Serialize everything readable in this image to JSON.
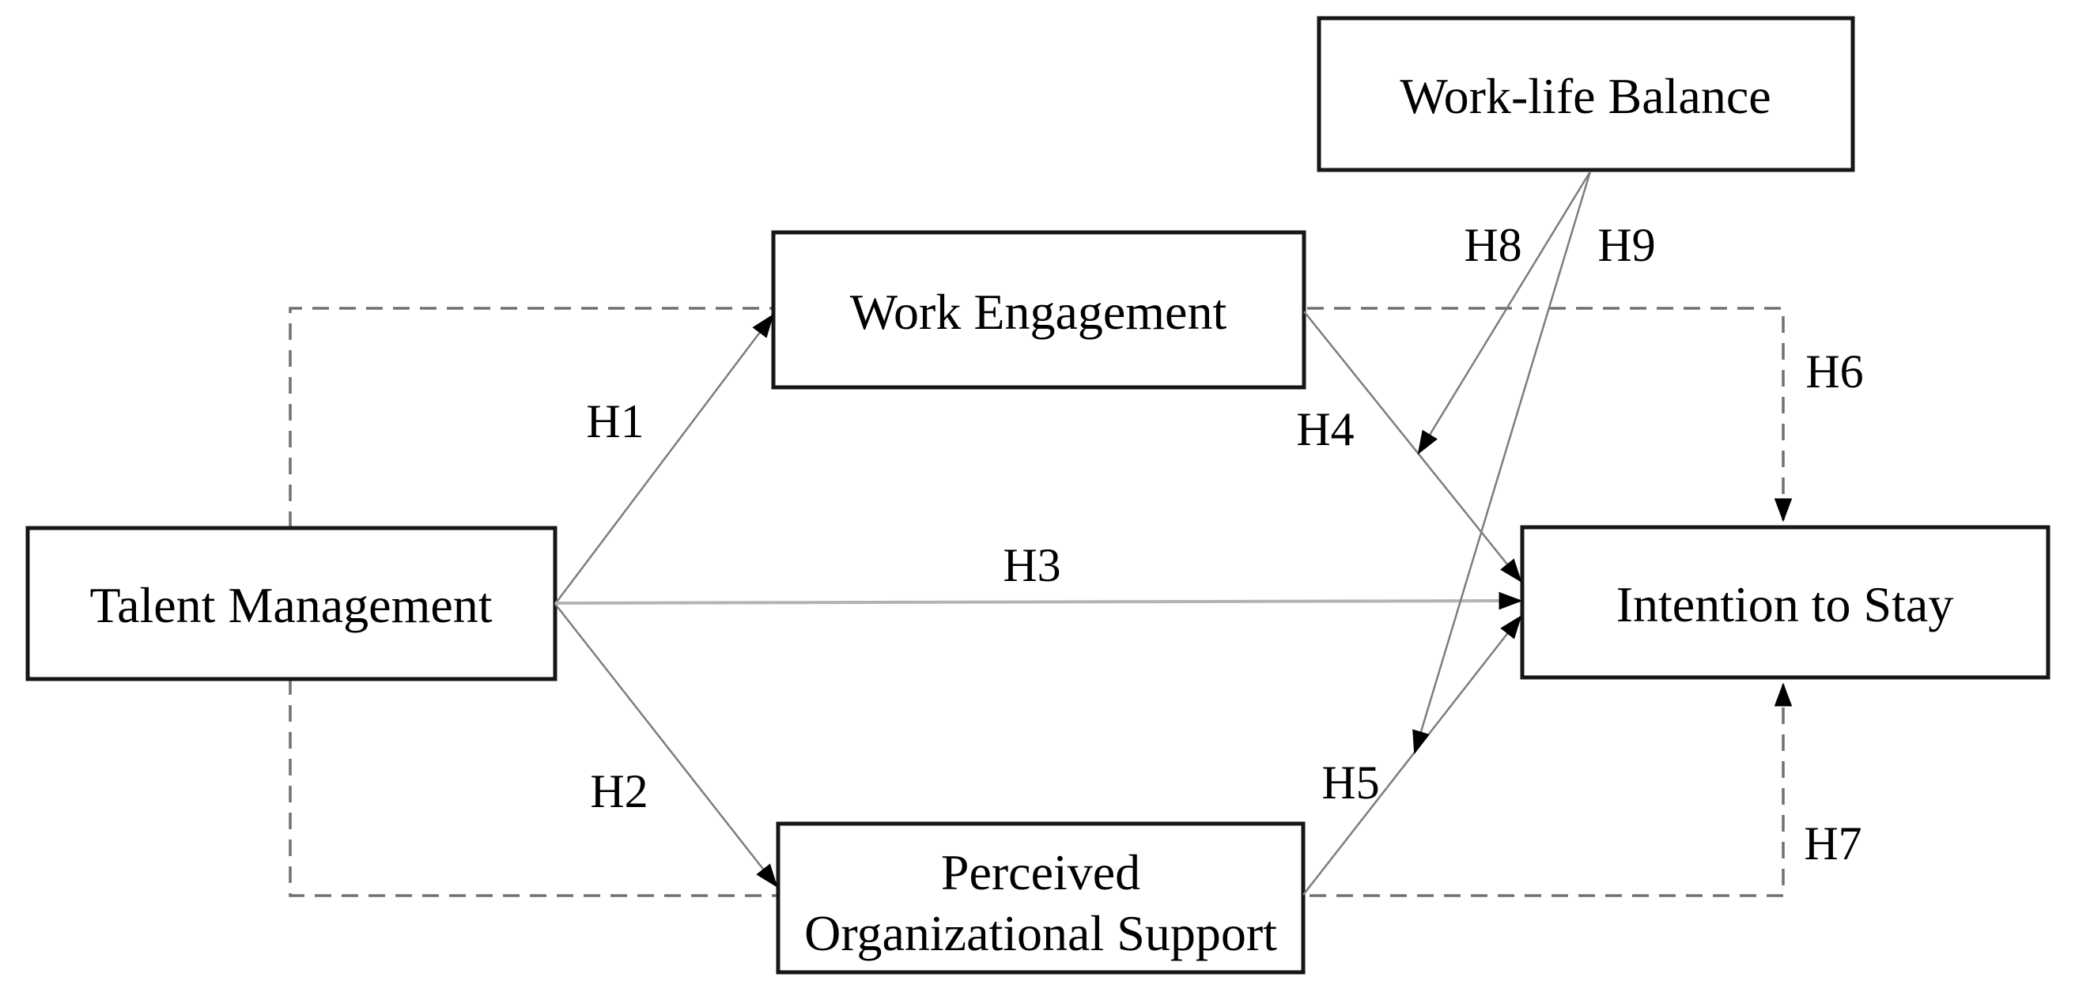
{
  "diagram": {
    "nodes": {
      "talent_management": {
        "label": "Talent Management"
      },
      "work_engagement": {
        "label": "Work Engagement"
      },
      "perceived_organizational_support": {
        "line1": "Perceived",
        "line2": "Organizational Support"
      },
      "work_life_balance": {
        "label": "Work-life Balance"
      },
      "intention_to_stay": {
        "label": "Intention to Stay"
      }
    },
    "hypotheses": {
      "h1": "H1",
      "h2": "H2",
      "h3": "H3",
      "h4": "H4",
      "h5": "H5",
      "h6": "H6",
      "h7": "H7",
      "h8": "H8",
      "h9": "H9"
    },
    "relationships": [
      {
        "label": "H1",
        "from": "Talent Management",
        "to": "Work Engagement",
        "style": "solid"
      },
      {
        "label": "H2",
        "from": "Talent Management",
        "to": "Perceived Organizational Support",
        "style": "solid"
      },
      {
        "label": "H3",
        "from": "Talent Management",
        "to": "Intention to Stay",
        "style": "solid"
      },
      {
        "label": "H4",
        "from": "Work Engagement",
        "to": "Intention to Stay",
        "style": "solid"
      },
      {
        "label": "H5",
        "from": "Perceived Organizational Support",
        "to": "Intention to Stay",
        "style": "solid"
      },
      {
        "label": "H6",
        "from": "Talent Management",
        "to": "Intention to Stay (top)",
        "style": "dashed"
      },
      {
        "label": "H7",
        "from": "Talent Management",
        "to": "Intention to Stay (bottom)",
        "style": "dashed"
      },
      {
        "label": "H8",
        "from": "Work-life Balance",
        "to": "H4 path (Work Engagement to Intention to Stay)",
        "style": "solid"
      },
      {
        "label": "H9",
        "from": "Work-life Balance",
        "to": "H5 path (Perceived Organizational Support to Intention to Stay)",
        "style": "solid"
      }
    ],
    "colors": {
      "background": "#ffffff",
      "box_fill": "#ffffff",
      "box_border": "#161616",
      "text": "#000000",
      "connector": "#7d7d7d",
      "connector_light": "#b3b3b3",
      "dashed_connector": "#707070",
      "arrowhead": "#000000"
    }
  }
}
